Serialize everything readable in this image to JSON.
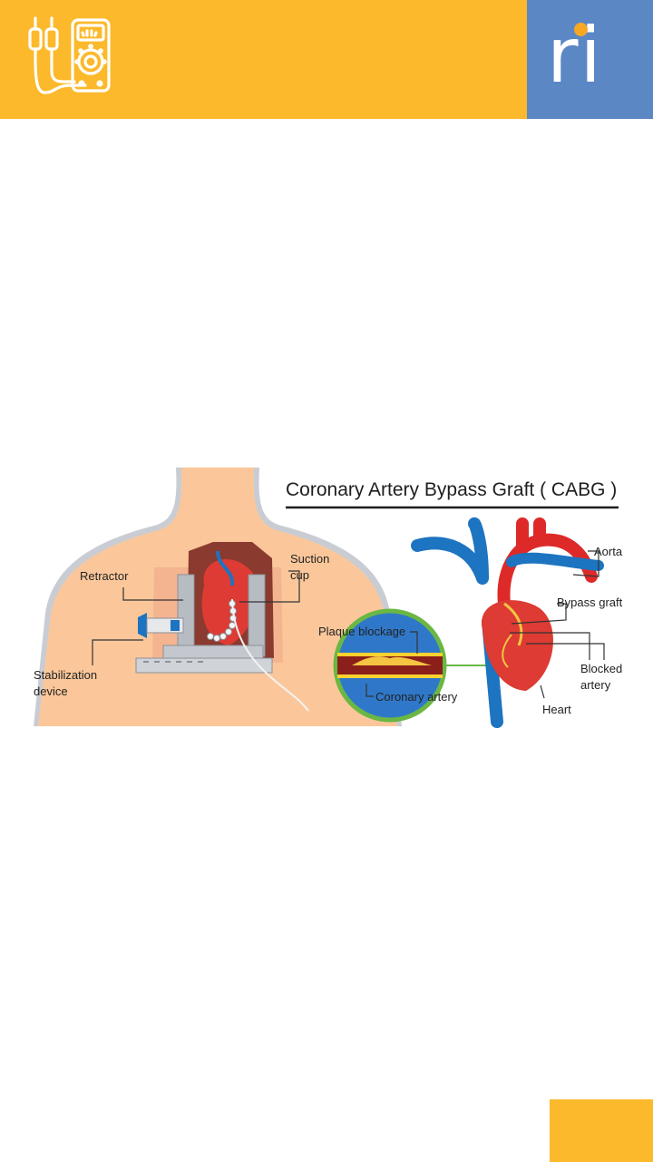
{
  "colors": {
    "header": "#fbb92b",
    "brand_block": "#5b87c4",
    "brand_dot": "#f7a823",
    "skin": "#fbc79a",
    "skin_outline": "#c9cdd3",
    "heart": "#dd3b33",
    "aorta": "#dd2a29",
    "vein": "#1d74c0",
    "lens_ring": "#6ab744",
    "lens_fill": "#2f78c9",
    "corner": "#fbb92b"
  },
  "header": {
    "icon": "multimeter-icon",
    "brand_text": "ri"
  },
  "figure": {
    "title": "Coronary Artery Bypass Graft ( CABG )",
    "labels": {
      "suction_cup_1": "Suction",
      "suction_cup_2": "cup",
      "retractor": "Retractor",
      "stabilization_1": "Stabilization",
      "stabilization_2": "device",
      "plaque": "Plaque blockage",
      "coronary": "Coronary artery",
      "aorta": "Aorta",
      "bypass": "Bypass graft",
      "blocked_1": "Blocked",
      "blocked_2": "artery",
      "heart": "Heart"
    }
  }
}
